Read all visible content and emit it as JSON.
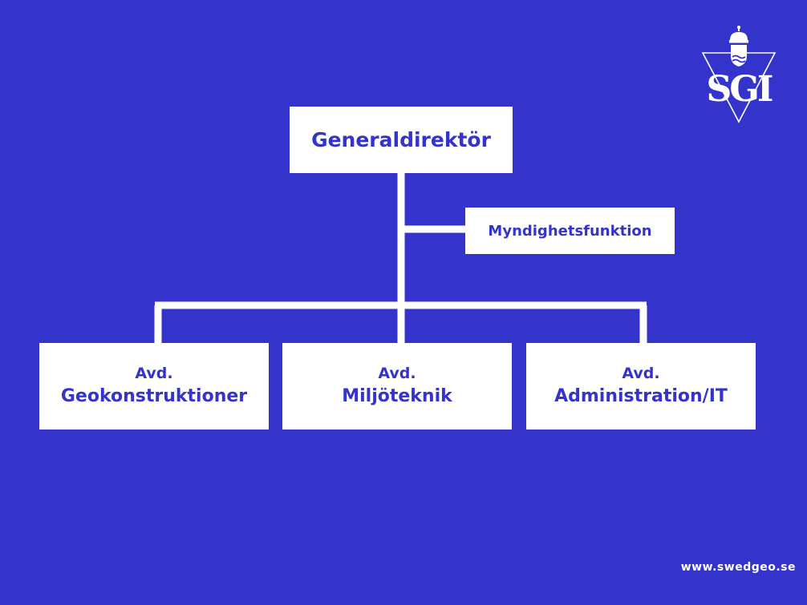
{
  "colors": {
    "background": "#3434cc",
    "box": "#ffffff",
    "box_text": "#3434cc",
    "connector": "#ffffff"
  },
  "logo": {
    "text": "SGI",
    "icon": "crown-shield-triangle-icon"
  },
  "org_chart": {
    "top": {
      "label": "Generaldirektör"
    },
    "staff": {
      "label": "Myndighetsfunktion"
    },
    "departments": [
      {
        "prefix": "Avd.",
        "name": "Geokonstruktioner"
      },
      {
        "prefix": "Avd.",
        "name": "Miljöteknik"
      },
      {
        "prefix": "Avd.",
        "name": "Administration/IT"
      }
    ]
  },
  "footer": {
    "website": "www.swedgeo.se"
  }
}
